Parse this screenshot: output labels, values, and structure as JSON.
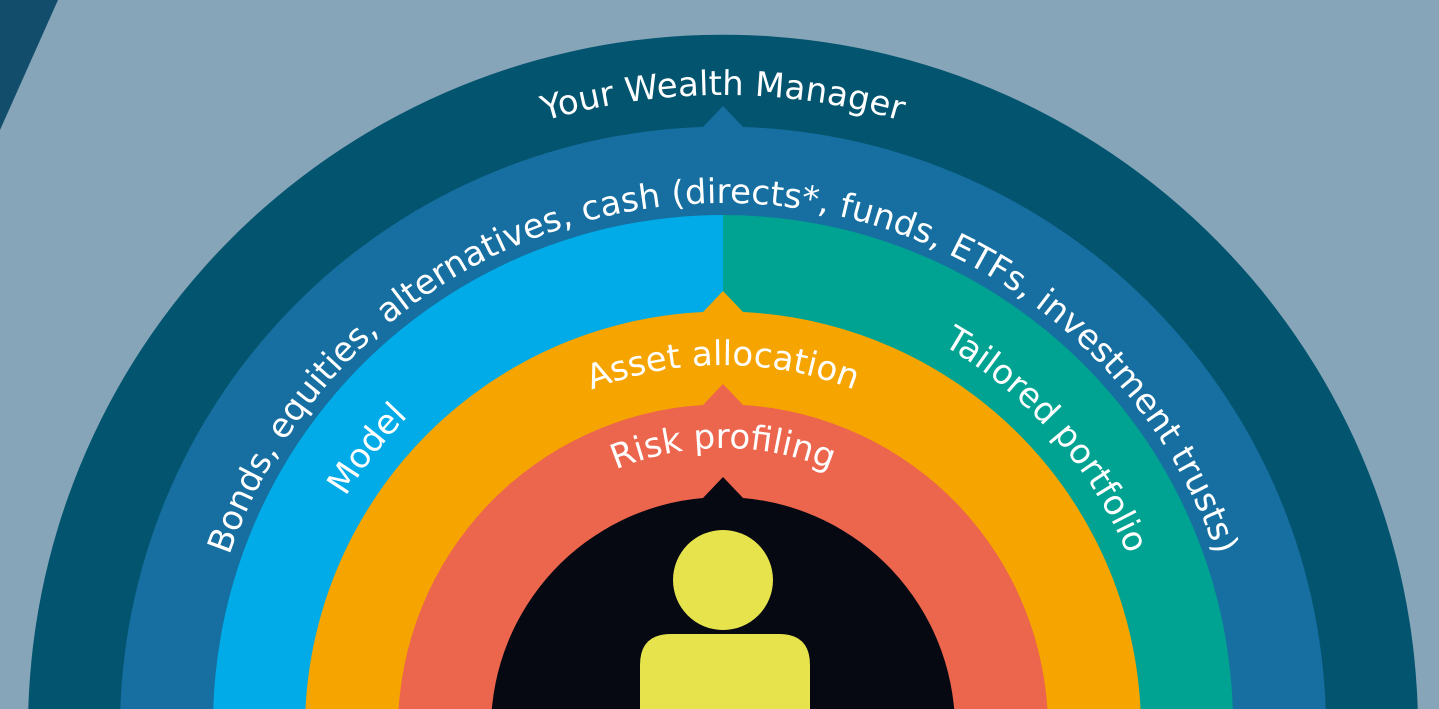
{
  "diagram": {
    "labels": {
      "wealth_manager": "Your Wealth Manager",
      "instruments": "Bonds, equities, alternatives, cash (directs*, funds, ETFs, investment trusts)",
      "model": "Model",
      "tailored": "Tailored portfolio",
      "asset_allocation": "Asset allocation",
      "risk_profiling": "Risk profiling"
    },
    "colors": {
      "background": "#87a5b9",
      "wealth_manager_ring": "#03546f",
      "instruments_ring": "#166fa0",
      "model_ring": "#00abe7",
      "tailored_ring": "#00a391",
      "asset_allocation_ring": "#f6a400",
      "risk_profiling_ring": "#ec654d",
      "core": "#060812",
      "person": "#e6e34c",
      "text": "#ffffff"
    },
    "icons": {
      "client": "person-icon"
    }
  }
}
